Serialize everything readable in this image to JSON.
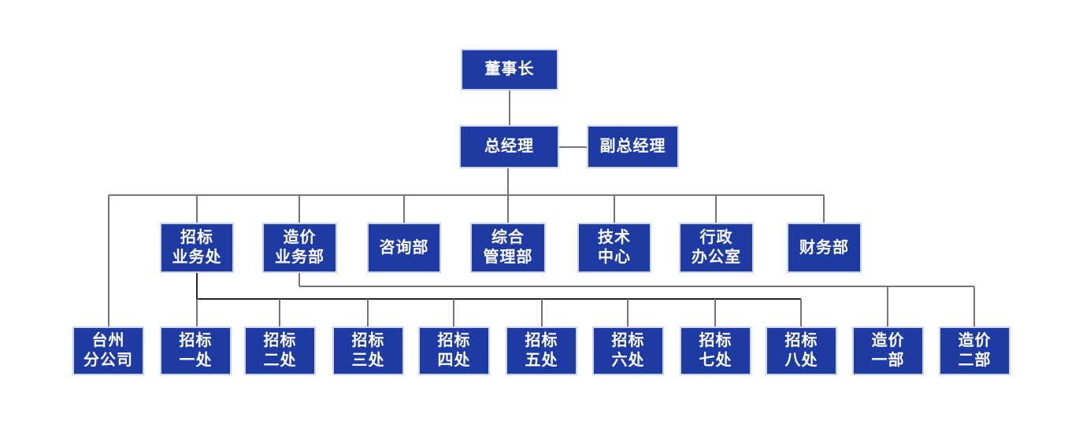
{
  "diagram": {
    "type": "org-chart",
    "background_color": "#ffffff",
    "node_fill_color": "#1e3aa3",
    "node_border_color": "#ccd4f2",
    "node_text_color": "#ffffff",
    "line_color": "#757575",
    "line_color_dark": "#262626"
  },
  "nodes": [
    {
      "id": "chairman",
      "label": "董事长",
      "parent": null
    },
    {
      "id": "general-manager",
      "label": "总经理",
      "parent": "chairman"
    },
    {
      "id": "deputy-general-manager",
      "label": "副总经理",
      "parent": "general-manager"
    },
    {
      "id": "bidding-business-office",
      "label": "招标\n业务处",
      "parent": "general-manager"
    },
    {
      "id": "cost-business-dept",
      "label": "造价\n业务部",
      "parent": "general-manager"
    },
    {
      "id": "consulting-dept",
      "label": "咨询部",
      "parent": "general-manager"
    },
    {
      "id": "general-management-dept",
      "label": "综合\n管理部",
      "parent": "general-manager"
    },
    {
      "id": "technology-center",
      "label": "技术\n中心",
      "parent": "general-manager"
    },
    {
      "id": "administrative-office",
      "label": "行政\n办公室",
      "parent": "general-manager"
    },
    {
      "id": "finance-dept",
      "label": "财务部",
      "parent": "general-manager"
    },
    {
      "id": "taizhou-branch",
      "label": "台州\n分公司",
      "parent": "general-manager"
    },
    {
      "id": "bidding-office-1",
      "label": "招标\n一处",
      "parent": "bidding-business-office"
    },
    {
      "id": "bidding-office-2",
      "label": "招标\n二处",
      "parent": "bidding-business-office"
    },
    {
      "id": "bidding-office-3",
      "label": "招标\n三处",
      "parent": "bidding-business-office"
    },
    {
      "id": "bidding-office-4",
      "label": "招标\n四处",
      "parent": "bidding-business-office"
    },
    {
      "id": "bidding-office-5",
      "label": "招标\n五处",
      "parent": "bidding-business-office"
    },
    {
      "id": "bidding-office-6",
      "label": "招标\n六处",
      "parent": "bidding-business-office"
    },
    {
      "id": "bidding-office-7",
      "label": "招标\n七处",
      "parent": "bidding-business-office"
    },
    {
      "id": "bidding-office-8",
      "label": "招标\n八处",
      "parent": "bidding-business-office"
    },
    {
      "id": "cost-dept-1",
      "label": "造价\n一部",
      "parent": "cost-business-dept"
    },
    {
      "id": "cost-dept-2",
      "label": "造价\n二部",
      "parent": "cost-business-dept"
    }
  ]
}
